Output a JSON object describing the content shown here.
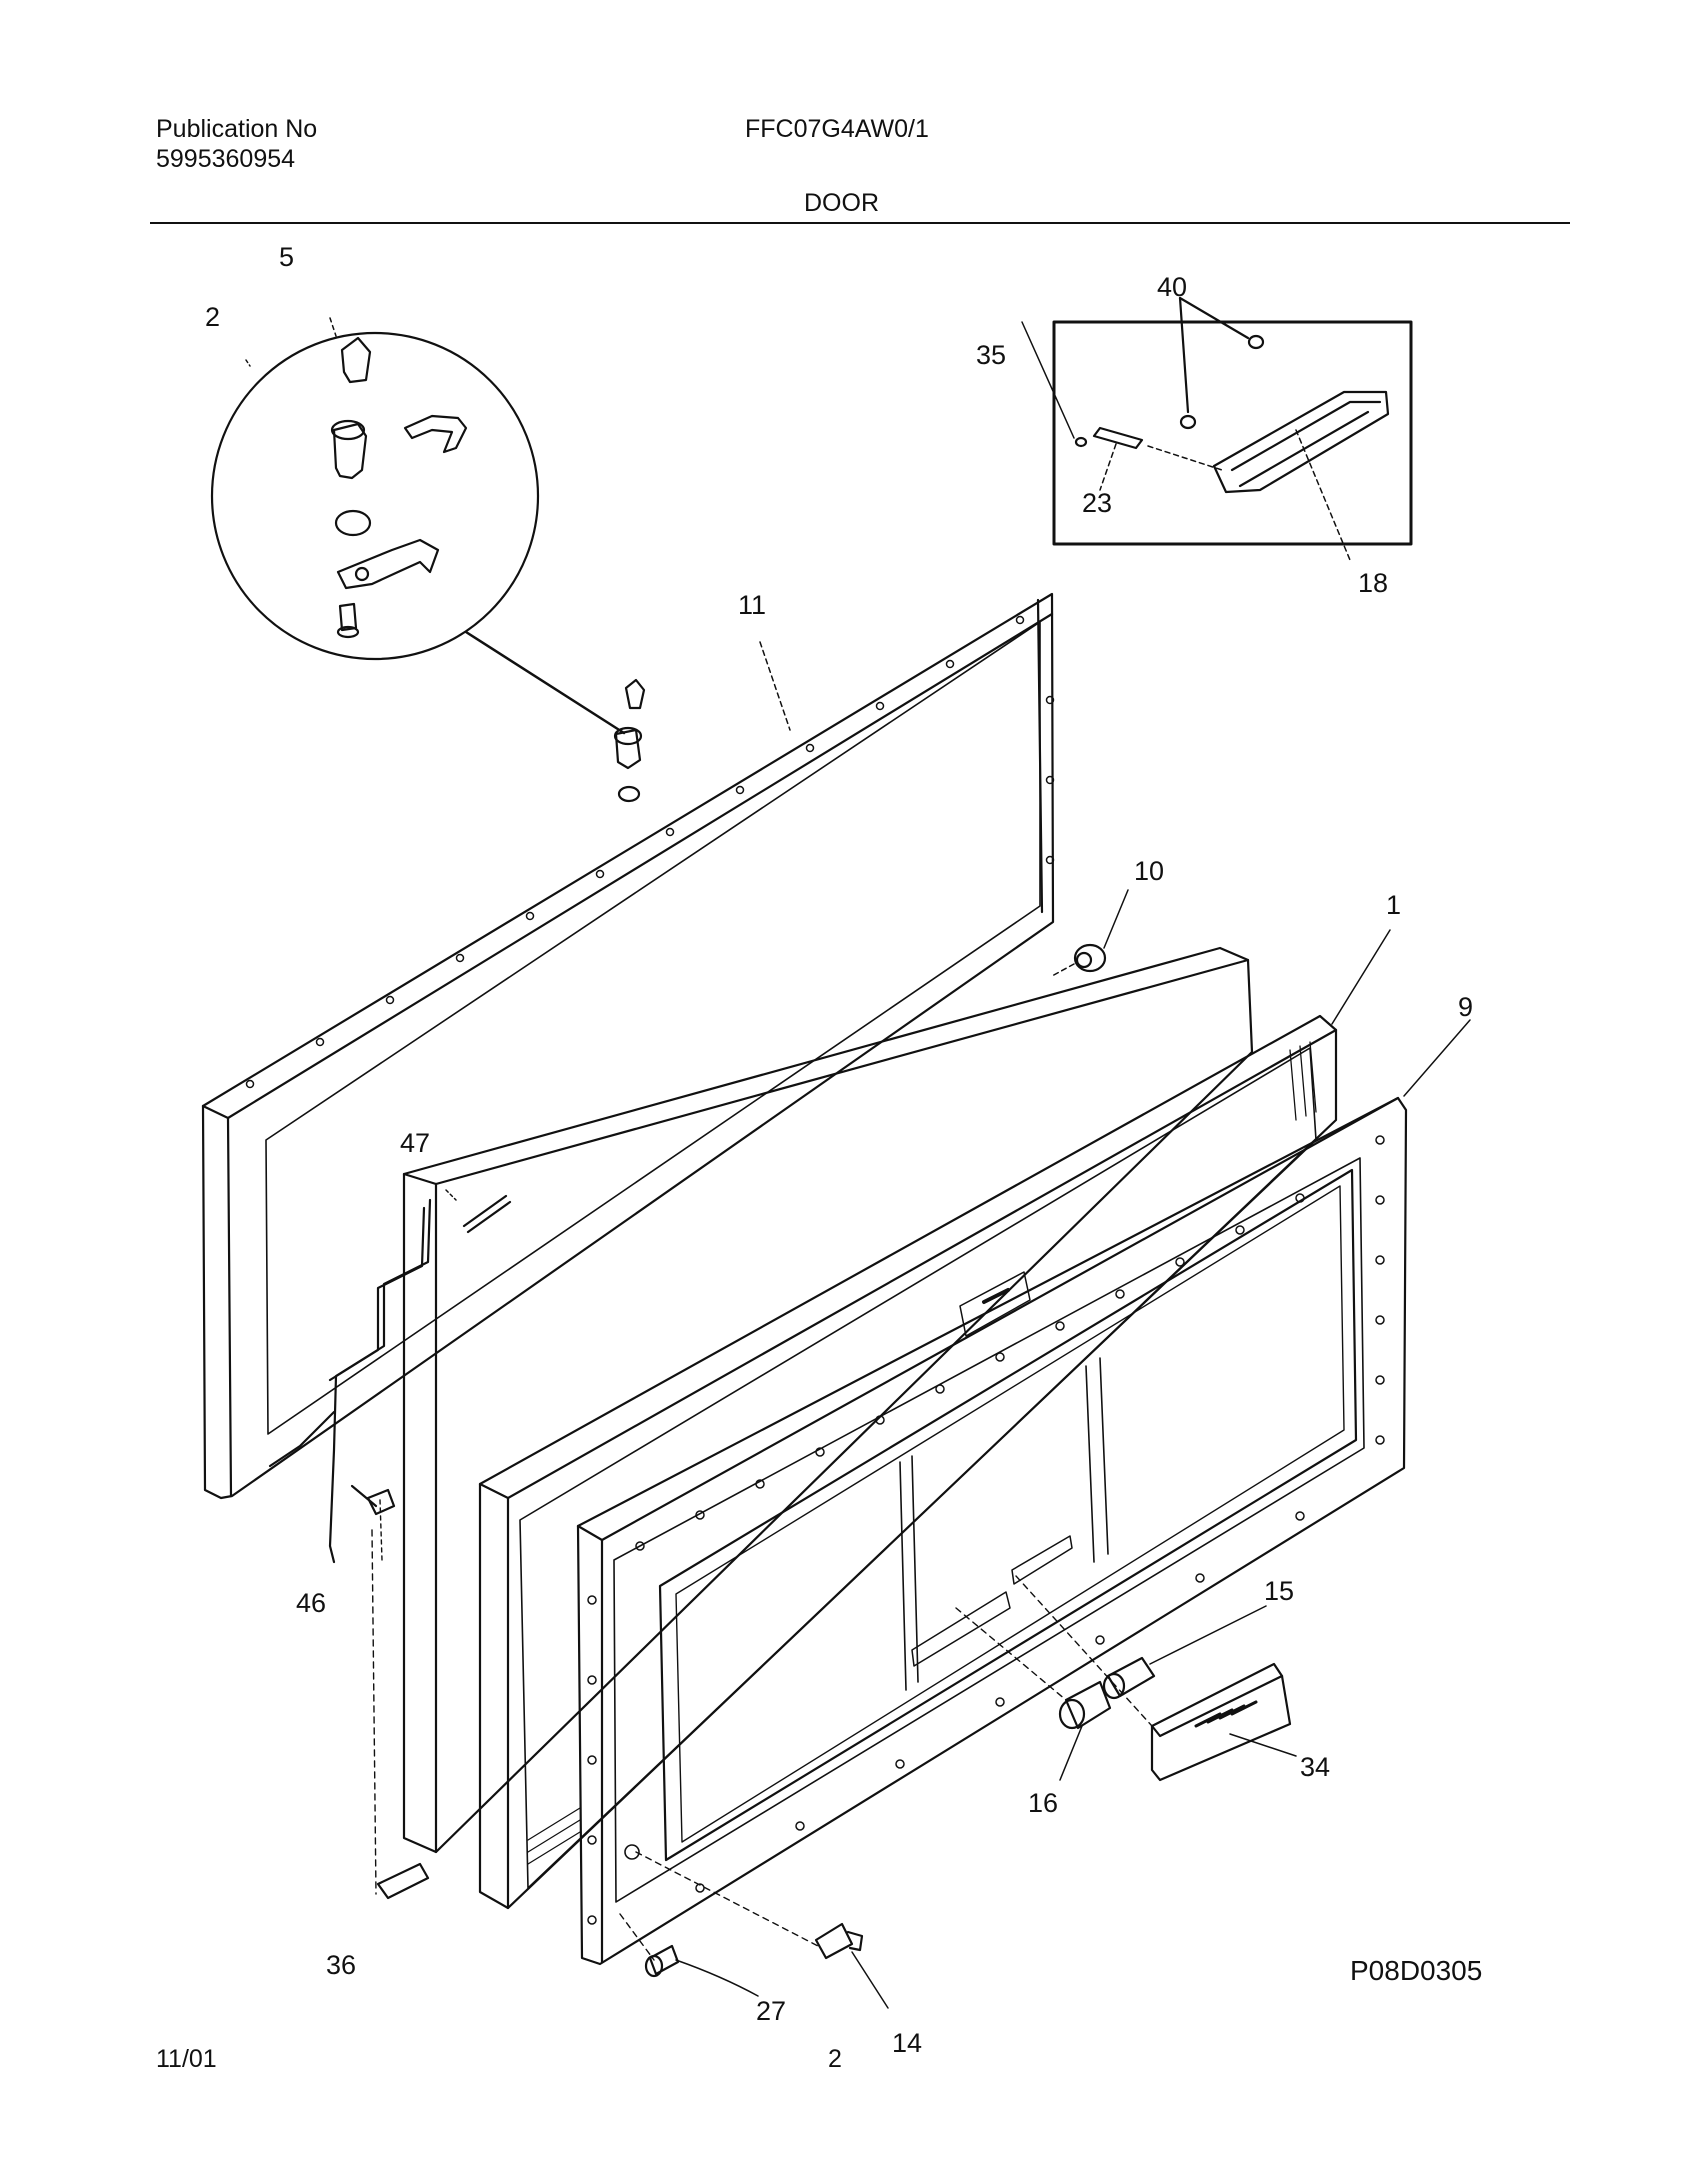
{
  "header": {
    "publication_label": "Publication No",
    "publication_number": "5995360954",
    "model": "FFC07G4AW0/1",
    "section_title": "DOOR"
  },
  "diagram": {
    "callouts": [
      "5",
      "2",
      "40",
      "35",
      "23",
      "18",
      "11",
      "10",
      "1",
      "9",
      "47",
      "46",
      "15",
      "16",
      "34",
      "36",
      "27",
      "14"
    ],
    "drawing_code": "P08D0305"
  },
  "footer": {
    "date": "11/01",
    "page": "2"
  }
}
